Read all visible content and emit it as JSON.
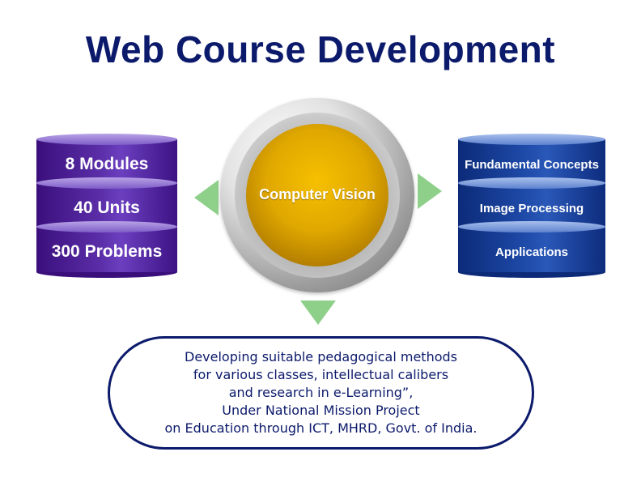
{
  "title": "Web Course Development",
  "left_stack": [
    "8 Modules",
    "40 Units",
    "300 Problems"
  ],
  "center": "Computer Vision",
  "right_stack": [
    "Fundamental Concepts",
    "Image Processing",
    "Applications"
  ],
  "note_lines": [
    "Developing suitable pedagogical methods",
    "for various classes, intellectual calibers",
    "and research in e-Learning”,",
    "Under National Mission Project",
    "on Education through ICT, MHRD, Govt. of India."
  ],
  "colors": {
    "title": "#0c1a6b",
    "left_stack": "#5b2ea8",
    "right_stack": "#1e4aa8",
    "center": "#e0a800",
    "arrows": "#8ed08a"
  }
}
